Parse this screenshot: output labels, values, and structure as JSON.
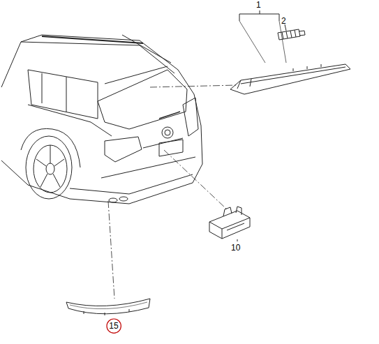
{
  "diagram": {
    "nodes": [
      {
        "text": [
          "15"
        ]
      }
    ],
    "labels": [
      "1",
      "2",
      "10"
    ]
  }
}
